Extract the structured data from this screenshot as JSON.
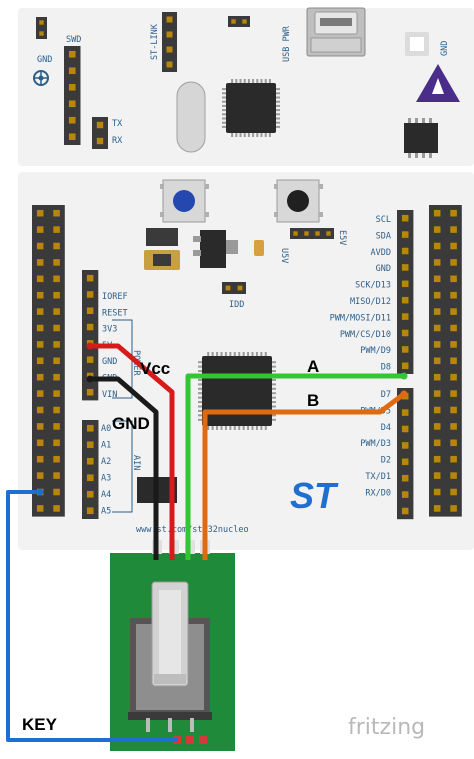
{
  "board": {
    "labels": {
      "gnd_top": "GND",
      "swd": "SWD",
      "st_link": "ST-LINK",
      "usb_pwr": "USB PWR",
      "gnd_led": "GND",
      "tx": "TX",
      "rx": "RX",
      "u5v": "U5V",
      "e5v": "E5V",
      "idd": "IDD",
      "power": "POWER",
      "ain": "AIN",
      "url": "www.st.com/stm32nucleo"
    },
    "power_pins": [
      "IOREF",
      "RESET",
      "3V3",
      "5V",
      "GND",
      "GND",
      "VIN"
    ],
    "analog_pins": [
      "A0",
      "A1",
      "A2",
      "A3",
      "A4",
      "A5"
    ],
    "right_pins_top": [
      "SCL",
      "SDA",
      "AVDD",
      "GND",
      "SCK/D13",
      "MISO/D12",
      "PWM/MOSI/D11",
      "PWM/CS/D10",
      "PWM/D9",
      "D8"
    ],
    "right_pins_bottom": [
      "D7",
      "PWM/D5",
      "D4",
      "PWM/D3",
      "D2",
      "TX/D1",
      "RX/D0"
    ],
    "logo": "ST"
  },
  "wires": {
    "vcc": "Vcc",
    "gnd": "GND",
    "a": "A",
    "b": "B",
    "key": "KEY"
  },
  "colors": {
    "board": "#f2f2f2",
    "header": "#3a3a3a",
    "silkscreen": "#2d5f8a",
    "wire_vcc": "#d91a1a",
    "wire_gnd": "#1a1a1a",
    "wire_a": "#33c633",
    "wire_b": "#e06a10",
    "wire_key": "#1e6fd0",
    "encoder_pcb": "#1f8a3a"
  },
  "watermark": "fritzing"
}
